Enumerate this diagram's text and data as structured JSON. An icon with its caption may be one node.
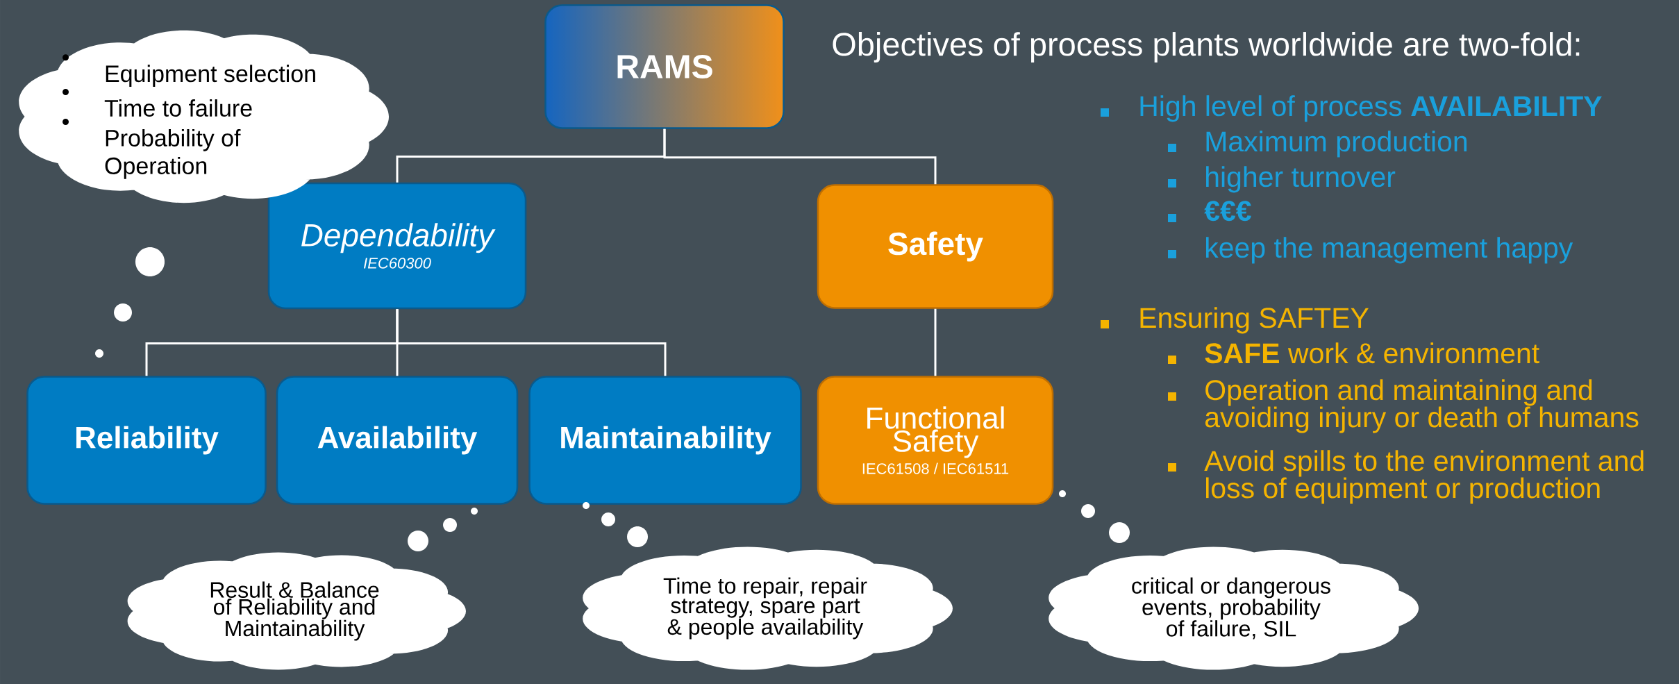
{
  "diagram": {
    "title": "Objectives of process plants worldwide are two-fold:",
    "nodes": [
      {
        "text": [
          "RAMS"
        ]
      },
      {
        "text": [
          "Dependability",
          "IEC60300"
        ]
      },
      {
        "text": [
          "Safety"
        ]
      },
      {
        "text": [
          "Reliability"
        ]
      },
      {
        "text": [
          "Availability"
        ]
      },
      {
        "text": [
          "Maintainability"
        ]
      },
      {
        "text": [
          "Functional Safety",
          "IEC61508 / IEC61511"
        ]
      },
      {
        "text": [
          "Equipment selection",
          "Time to failure",
          "Probability of Operation"
        ]
      },
      {
        "text": [
          "Result & Balance of Reliability and Maintainability"
        ]
      },
      {
        "text": [
          "Time to repair,  repair strategy, spare part & people availability"
        ]
      },
      {
        "text": [
          "critical or dangerous events, probability of failure, SIL"
        ]
      }
    ],
    "edges": [
      {
        "from": 0,
        "to": 1,
        "arrow": "none"
      },
      {
        "from": 0,
        "to": 2,
        "arrow": "none"
      },
      {
        "from": 1,
        "to": 3,
        "arrow": "none"
      },
      {
        "from": 1,
        "to": 4,
        "arrow": "none"
      },
      {
        "from": 1,
        "to": 5,
        "arrow": "none"
      },
      {
        "from": 2,
        "to": 6,
        "arrow": "none"
      }
    ],
    "labels": [
      "High level of process **AVAILABILITY**",
      "Maximum production",
      "higher turnover",
      "€€€",
      "keep the management happy",
      "Ensuring SAFTEY",
      "**SAFE** work & environment",
      "Operation and maintaining and avoiding injury or death of humans",
      "Avoid spills to the environment and loss of equipment or production"
    ]
  }
}
